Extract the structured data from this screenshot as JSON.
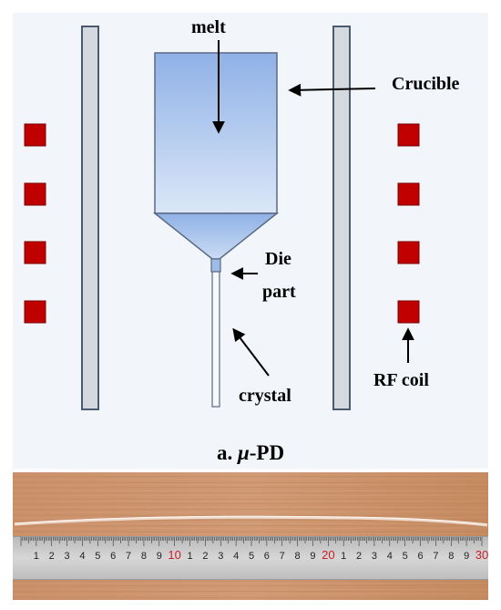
{
  "diagram": {
    "labels": {
      "melt": "melt",
      "crucible": "Crucible",
      "die_line1": "Die",
      "die_line2": "part",
      "crystal": "crystal",
      "rf_coil": "RF coil"
    },
    "caption_prefix": "a. ",
    "caption_mu": "μ",
    "caption_suffix": "-PD",
    "colors": {
      "background": "#f2f6fb",
      "wall_fill": "#d4d9e0",
      "wall_stroke": "#4c5a70",
      "crucible_top": "#8fb1e6",
      "crucible_bottom": "#dbe7f8",
      "coil": "#c00000"
    }
  },
  "photo": {
    "ruler_numbers": [
      "1",
      "2",
      "3",
      "4",
      "5",
      "6",
      "7",
      "8",
      "9",
      "10",
      "1",
      "2",
      "3",
      "4",
      "5",
      "6",
      "7",
      "8",
      "9",
      "20",
      "1",
      "2",
      "3",
      "4",
      "5",
      "6",
      "7",
      "8",
      "9",
      "30"
    ],
    "colors": {
      "wood": "#c8906a",
      "ruler": "#c9c9c9",
      "number_black": "#222222",
      "number_red": "#c8202a"
    }
  }
}
